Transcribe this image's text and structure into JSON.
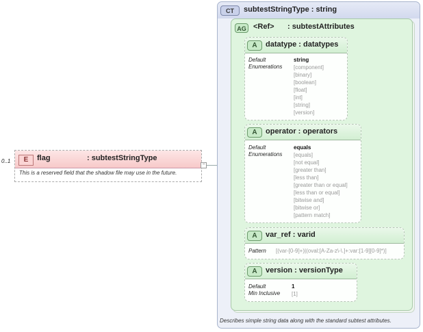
{
  "element": {
    "occurs": "0..1",
    "badge": "E",
    "name": "flag",
    "type": ": subtestStringType",
    "doc": "This is a reserved field that the shadow file may use in the future."
  },
  "complex_type": {
    "badge": "CT",
    "title": "subtestStringType  : string",
    "doc": "Describes simple string data along with the standard subtest attributes."
  },
  "attribute_group": {
    "badge": "AG",
    "ref": "<Ref>",
    "name": ": subtestAttributes"
  },
  "attributes": [
    {
      "badge": "A",
      "name": "datatype  : datatypes",
      "default_label": "Default",
      "default_value": "string",
      "enum_label": "Enumerations",
      "enumerations": [
        "[component]",
        "[binary]",
        "[boolean]",
        "[float]",
        "[int]",
        "[string]",
        "[version]"
      ]
    },
    {
      "badge": "A",
      "name": "operator  : operators",
      "default_label": "Default",
      "default_value": "equals",
      "enum_label": "Enumerations",
      "enumerations": [
        "[equals]",
        "[not equal]",
        "[greater than]",
        "[less than]",
        "[greater than or equal]",
        "[less than or equal]",
        "[bitwise and]",
        "[bitwise or]",
        "[pattern match]"
      ]
    },
    {
      "badge": "A",
      "name": "var_ref    : varid",
      "pattern_label": "Pattern",
      "pattern_value": "[(var-[0-9]+)|(oval:[A-Za-z\\-\\.]+:var:[1-9][0-9]*)]"
    },
    {
      "badge": "A",
      "name": "version    : versionType",
      "default_label": "Default",
      "default_value": "1",
      "min_label": "Min Inclusive",
      "min_value": "[1]"
    }
  ],
  "colors": {
    "element_header": "#f7c9c9",
    "complex_type_bg": "#edf0f8",
    "attribute_group_bg": "#dff5df",
    "attribute_header": "#d2efd2"
  }
}
